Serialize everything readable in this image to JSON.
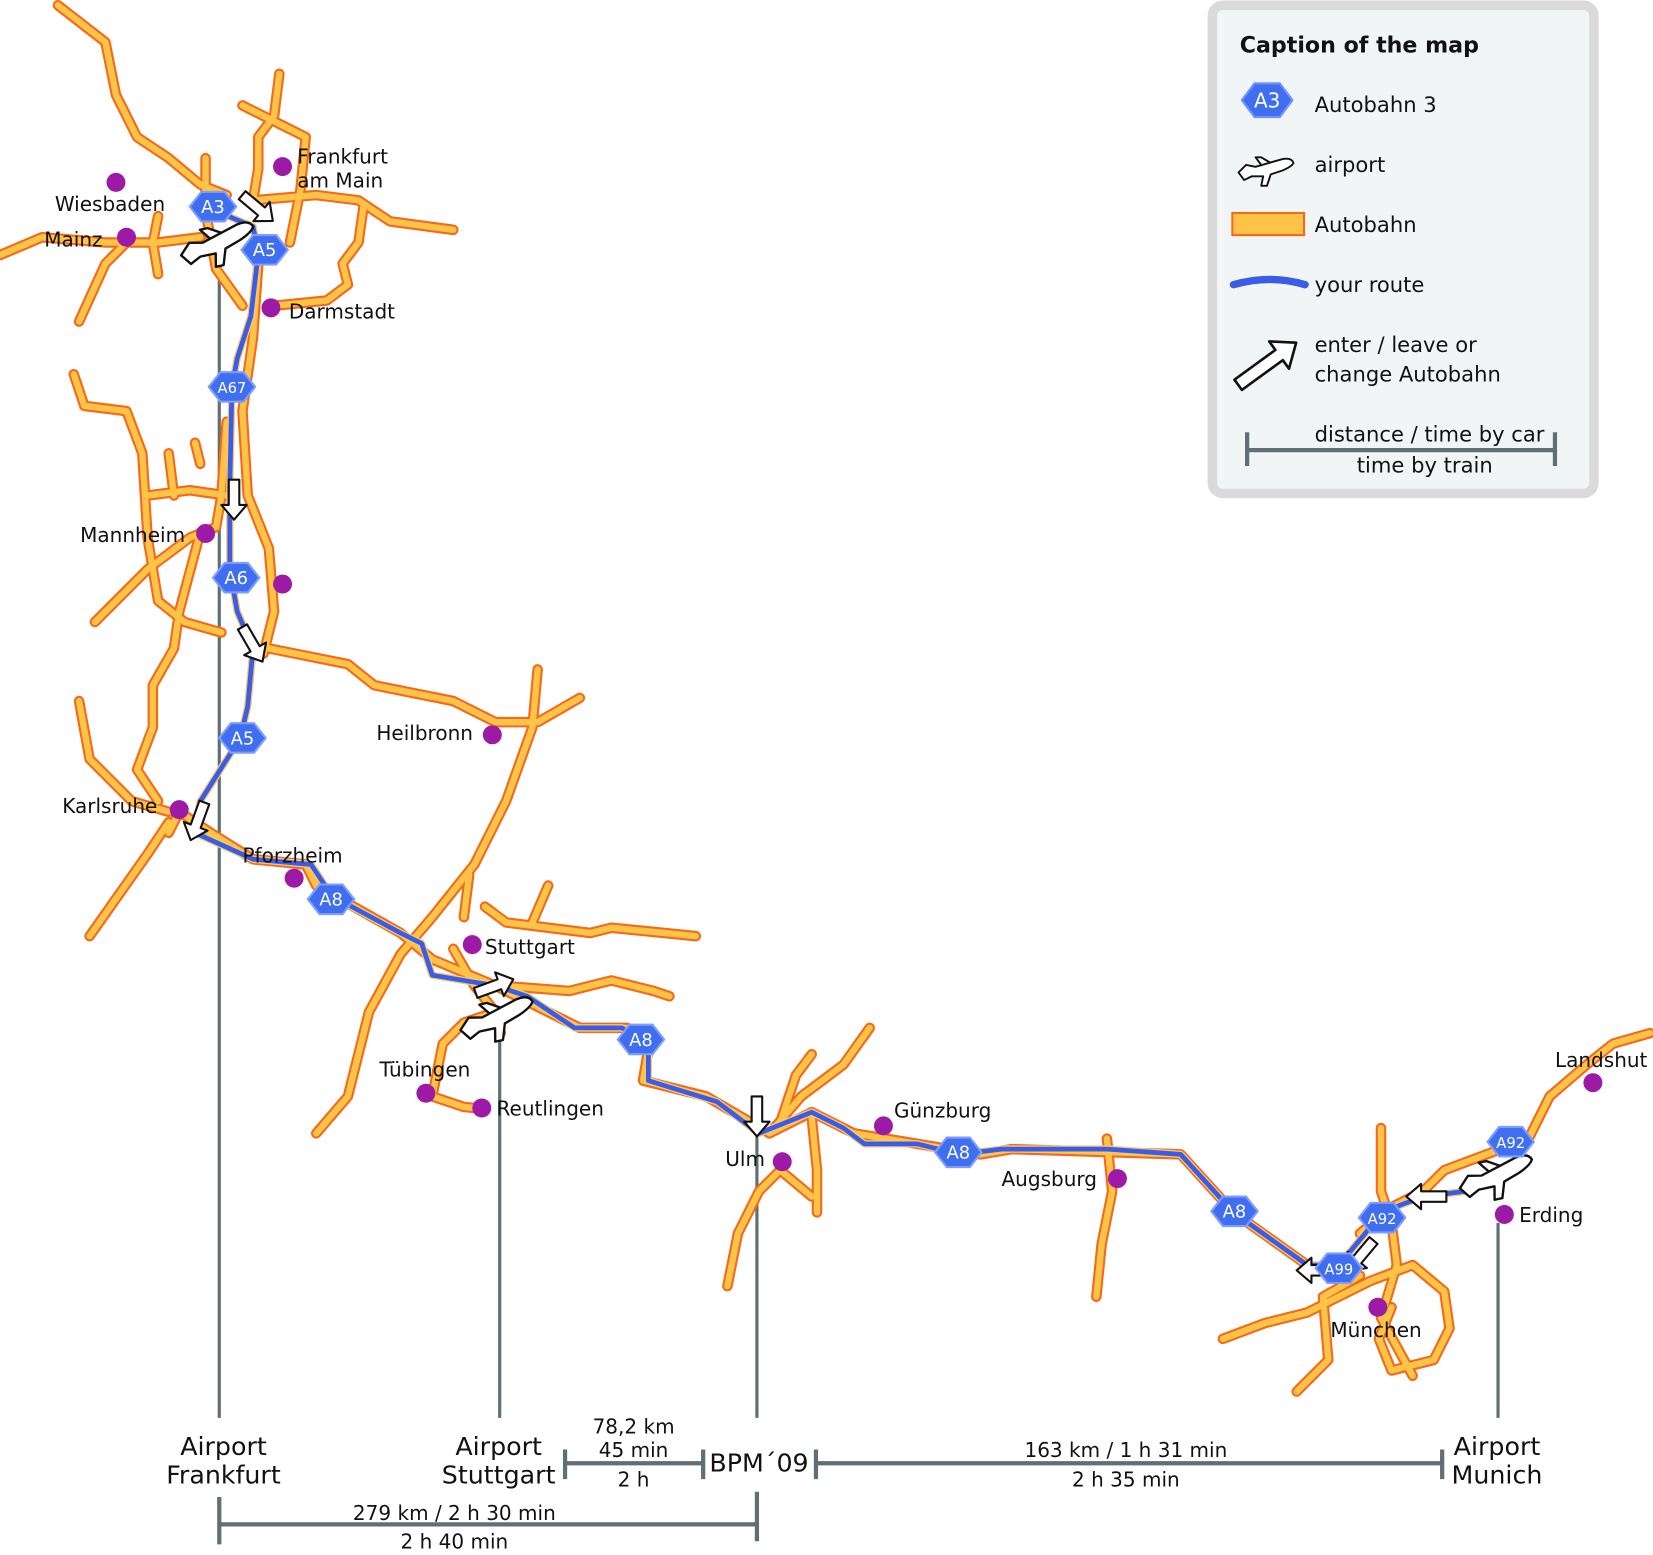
{
  "colors": {
    "route": "#3a5ce6",
    "road_fill": "#ffc447",
    "road_edge": "#f26a1b",
    "city_dot": "#9c1aa6",
    "shield": "#3f6ff0",
    "scale_line": "#5f6f74",
    "legend_bg": "#f2f5f6",
    "legend_border": "#dadada"
  },
  "legend": {
    "title": "Caption of the map",
    "shield_sample": "A3",
    "items": [
      "Autobahn 3",
      "airport",
      "Autobahn",
      "your route"
    ],
    "arrow_line1": "enter / leave or",
    "arrow_line2": "change Autobahn",
    "scale_top": "distance / time by car",
    "scale_bottom": "time by train"
  },
  "cities": [
    {
      "name": "Frankfurt",
      "name2": "am Main"
    },
    {
      "name": "Wiesbaden"
    },
    {
      "name": "Mainz"
    },
    {
      "name": "Darmstadt"
    },
    {
      "name": "Mannheim"
    },
    {
      "name": "Heilbronn"
    },
    {
      "name": "Karlsruhe"
    },
    {
      "name": "Pforzheim"
    },
    {
      "name": "Stuttgart"
    },
    {
      "name": "Tübingen"
    },
    {
      "name": "Reutlingen"
    },
    {
      "name": "Ulm"
    },
    {
      "name": "Günzburg"
    },
    {
      "name": "Augsburg"
    },
    {
      "name": "München"
    },
    {
      "name": "Landshut"
    },
    {
      "name": "Erding"
    }
  ],
  "shields": [
    "A3",
    "A5",
    "A67",
    "A6",
    "A5",
    "A8",
    "A8",
    "A8",
    "A8",
    "A92",
    "A99",
    "A92"
  ],
  "bottom": {
    "frankfurt": [
      "Airport",
      "Frankfurt"
    ],
    "stuttgart": [
      "Airport",
      "Stuttgart"
    ],
    "bpm": "BPM´09",
    "munich": [
      "Airport",
      "Munich"
    ],
    "stuttgart_bpm": {
      "car1": "78,2 km",
      "car2": "45 min",
      "train": "2 h"
    },
    "bpm_munich": {
      "car": "163 km / 1 h 31 min",
      "train": "2 h 35 min"
    },
    "frankfurt_bpm": {
      "car": "279 km / 2 h 30 min",
      "train": "2 h 40 min"
    }
  }
}
